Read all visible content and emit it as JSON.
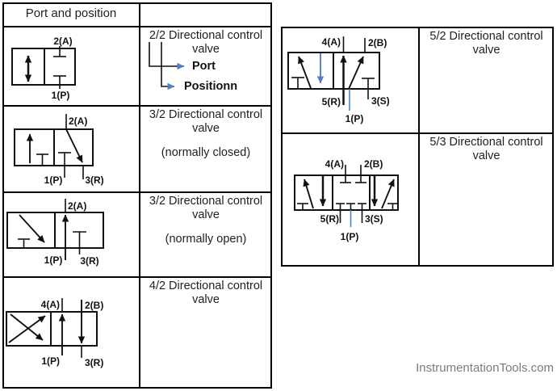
{
  "colors": {
    "accent_blue": "#4f81bd",
    "ink": "#1a1a1a",
    "watermark_gray": "#7b7b7b"
  },
  "left_table": {
    "header": "Port and position",
    "rows": [
      {
        "title1": "2/2 Directional control",
        "title2": "valve",
        "callouts": {
          "port": "Port",
          "position": "Positionn"
        },
        "ports": {
          "a": "2(A)",
          "p": "1(P)"
        }
      },
      {
        "title1": "3/2 Directional control",
        "title2": "valve",
        "subtitle": "(normally closed)",
        "ports": {
          "a": "2(A)",
          "p": "1(P)",
          "r": "3(R)"
        }
      },
      {
        "title1": "3/2 Directional control",
        "title2": "valve",
        "subtitle": "(normally open)",
        "ports": {
          "a": "2(A)",
          "p": "1(P)",
          "r": "3(R)"
        }
      },
      {
        "title1": "4/2 Directional control",
        "title2": "valve",
        "ports": {
          "a": "4(A)",
          "b": "2(B)",
          "p": "1(P)",
          "r": "3(R)"
        }
      }
    ]
  },
  "right_table": {
    "rows": [
      {
        "title1": "5/2 Directional control",
        "title2": "valve",
        "ports": {
          "a": "4(A)",
          "b": "2(B)",
          "r": "5(R)",
          "p": "1(P)",
          "s": "3(S)"
        }
      },
      {
        "title1": "5/3 Directional control",
        "title2": "valve",
        "ports": {
          "a": "4(A)",
          "b": "2(B)",
          "r": "5(R)",
          "p": "1(P)",
          "s": "3(S)"
        }
      }
    ]
  },
  "watermark": "InstrumentationTools.com"
}
